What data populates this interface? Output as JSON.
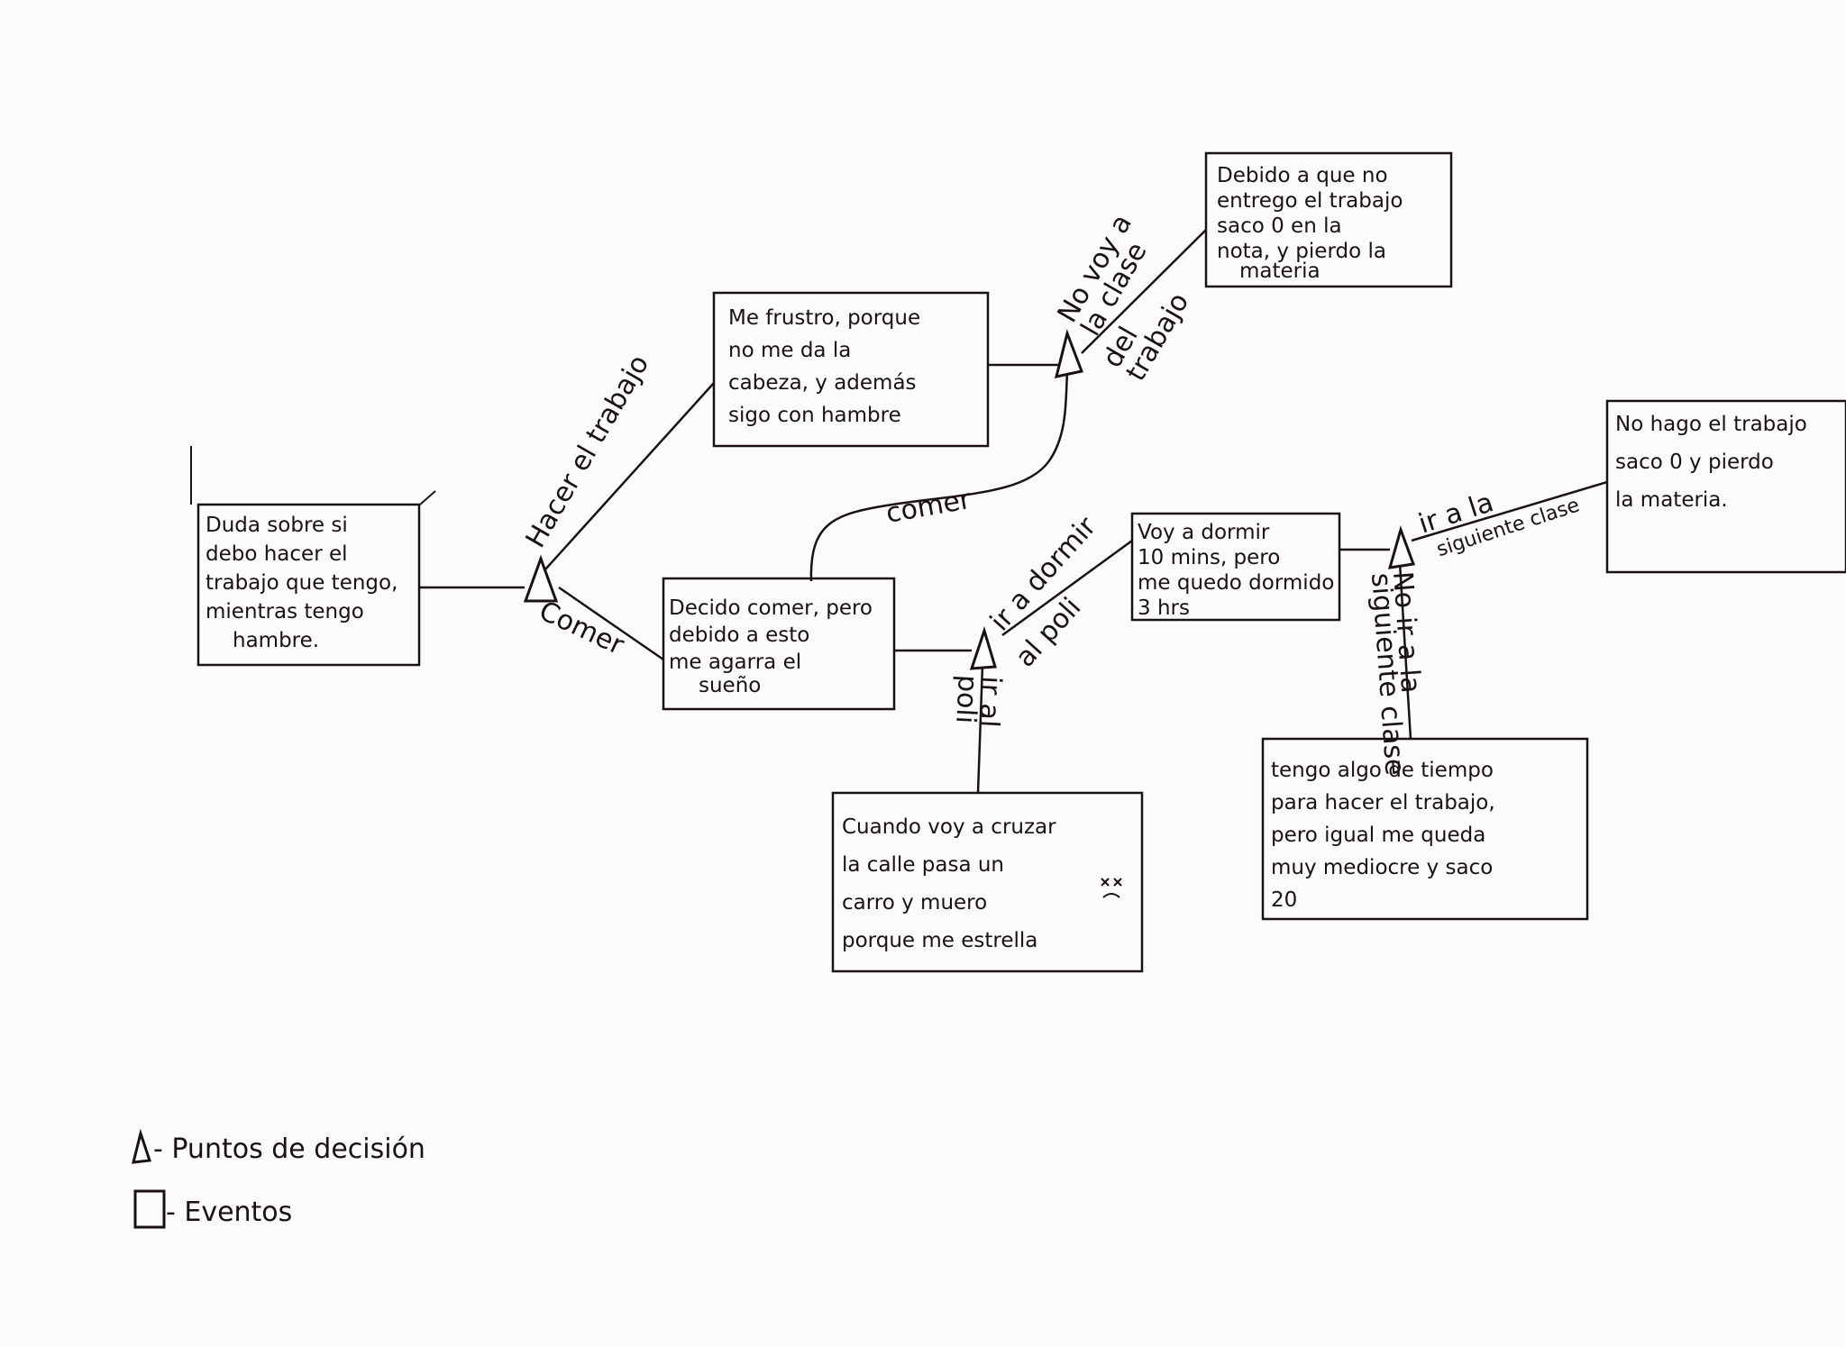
{
  "events": {
    "start": [
      "Duda sobre si",
      "debo hacer el",
      "trabajo que tengo,",
      "mientras tengo",
      "hambre."
    ],
    "frustrated": [
      "Me frustro, porque",
      "no me da la",
      "cabeza, y además",
      "sigo con hambre"
    ],
    "fail_class": [
      "Debido a que no",
      "entrego el trabajo",
      "saco 0 en la",
      "nota, y pierdo la",
      "materia"
    ],
    "eat_sleepy": [
      "Decido comer, pero",
      "debido a esto",
      "me agarra el",
      "sueño"
    ],
    "sleep": [
      "Voy a dormir",
      "10 mins, pero",
      "me quedo dormido",
      "3 hrs"
    ],
    "no_work": [
      "No hago el trabajo",
      "saco 0 y pierdo",
      "la materia."
    ],
    "die": [
      "Cuando voy a cruzar",
      "la calle pasa un",
      "carro y muero",
      "porque me estrella"
    ],
    "late_work": [
      "tengo algo de tiempo",
      "para hacer el trabajo,",
      "pero igual me queda",
      "muy mediocre y saco",
      "20"
    ]
  },
  "edges": {
    "hacer_trabajo": "Hacer el trabajo",
    "comer_1": "Comer",
    "comer_2": "comer",
    "no_voy_clase": [
      "No voy a",
      "la clase"
    ],
    "del_trabajo": [
      "del",
      "trabajo"
    ],
    "ir_dormir": "ir a dormir",
    "al_poli": "al poli",
    "ir_poli": [
      "ir al",
      "poli"
    ],
    "ir_siguiente": [
      "ir a la",
      "siguiente clase"
    ],
    "no_ir_siguiente": [
      "No ir a la",
      "siguiente clase"
    ]
  },
  "legend": {
    "decision": "- Puntos de decisión",
    "events": "- Eventos"
  },
  "colors": {
    "ink": "#1a1210",
    "paper": "#fbfbfb"
  }
}
